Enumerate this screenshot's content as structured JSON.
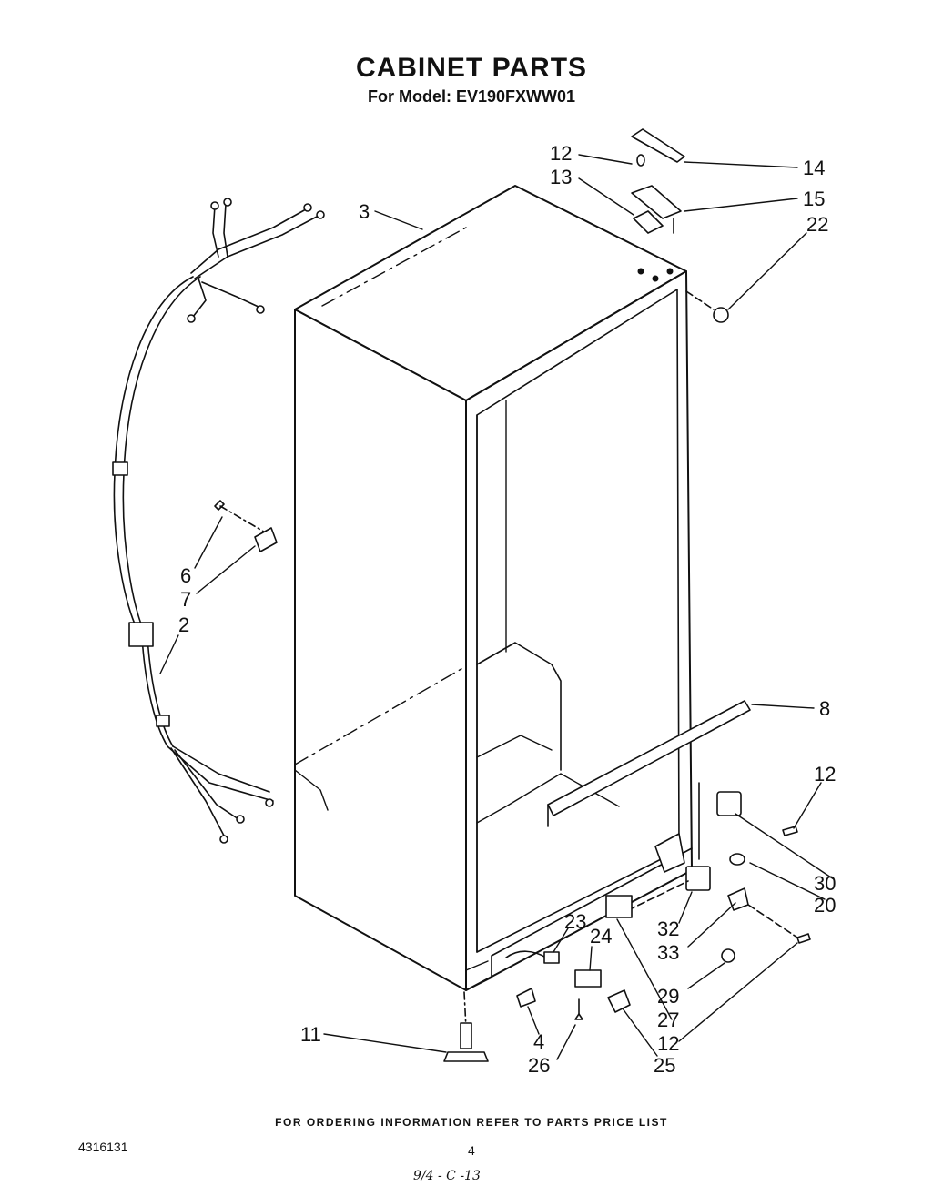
{
  "header": {
    "title": "CABINET PARTS",
    "subtitle": "For Model: EV190FXWW01"
  },
  "footer": {
    "ordering_note": "FOR ORDERING INFORMATION REFER TO PARTS PRICE LIST",
    "document_number": "4316131",
    "page_number": "4",
    "handwritten_note": "9/4 - C -13"
  },
  "callouts": {
    "c12a": "12",
    "c13": "13",
    "c14": "14",
    "c15": "15",
    "c22": "22",
    "c3": "3",
    "c6": "6",
    "c7": "7",
    "c2": "2",
    "c8": "8",
    "c12b": "12",
    "c30": "30",
    "c20": "20",
    "c32": "32",
    "c33": "33",
    "c23": "23",
    "c24": "24",
    "c29": "29",
    "c27": "27",
    "c12c": "12",
    "c25": "25",
    "c26": "26",
    "c4": "4",
    "c11": "11"
  }
}
